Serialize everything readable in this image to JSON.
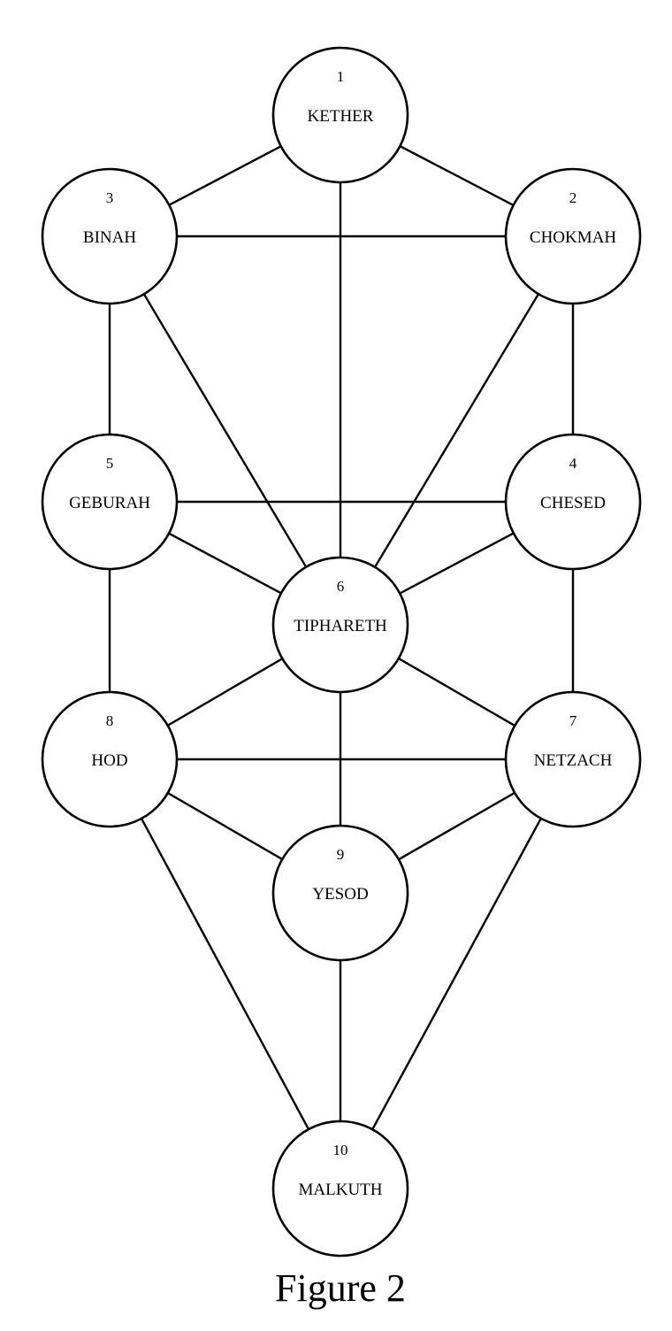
{
  "diagram": {
    "nodes": [
      {
        "id": "kether",
        "number": "1",
        "name": "KETHER"
      },
      {
        "id": "chokmah",
        "number": "2",
        "name": "CHOKMAH"
      },
      {
        "id": "binah",
        "number": "3",
        "name": "BINAH"
      },
      {
        "id": "chesed",
        "number": "4",
        "name": "CHESED"
      },
      {
        "id": "geburah",
        "number": "5",
        "name": "GEBURAH"
      },
      {
        "id": "tiphareth",
        "number": "6",
        "name": "TIPHARETH"
      },
      {
        "id": "netzach",
        "number": "7",
        "name": "NETZACH"
      },
      {
        "id": "hod",
        "number": "8",
        "name": "HOD"
      },
      {
        "id": "yesod",
        "number": "9",
        "name": "YESOD"
      },
      {
        "id": "malkuth",
        "number": "10",
        "name": "MALKUTH"
      }
    ],
    "edges": [
      [
        "kether",
        "binah"
      ],
      [
        "kether",
        "chokmah"
      ],
      [
        "kether",
        "tiphareth"
      ],
      [
        "binah",
        "chokmah"
      ],
      [
        "binah",
        "geburah"
      ],
      [
        "binah",
        "tiphareth"
      ],
      [
        "chokmah",
        "chesed"
      ],
      [
        "chokmah",
        "tiphareth"
      ],
      [
        "geburah",
        "chesed"
      ],
      [
        "geburah",
        "tiphareth"
      ],
      [
        "geburah",
        "hod"
      ],
      [
        "chesed",
        "tiphareth"
      ],
      [
        "chesed",
        "netzach"
      ],
      [
        "tiphareth",
        "hod"
      ],
      [
        "tiphareth",
        "netzach"
      ],
      [
        "tiphareth",
        "yesod"
      ],
      [
        "hod",
        "netzach"
      ],
      [
        "hod",
        "yesod"
      ],
      [
        "hod",
        "malkuth"
      ],
      [
        "netzach",
        "yesod"
      ],
      [
        "netzach",
        "malkuth"
      ],
      [
        "yesod",
        "malkuth"
      ]
    ]
  },
  "caption": "Figure 2"
}
